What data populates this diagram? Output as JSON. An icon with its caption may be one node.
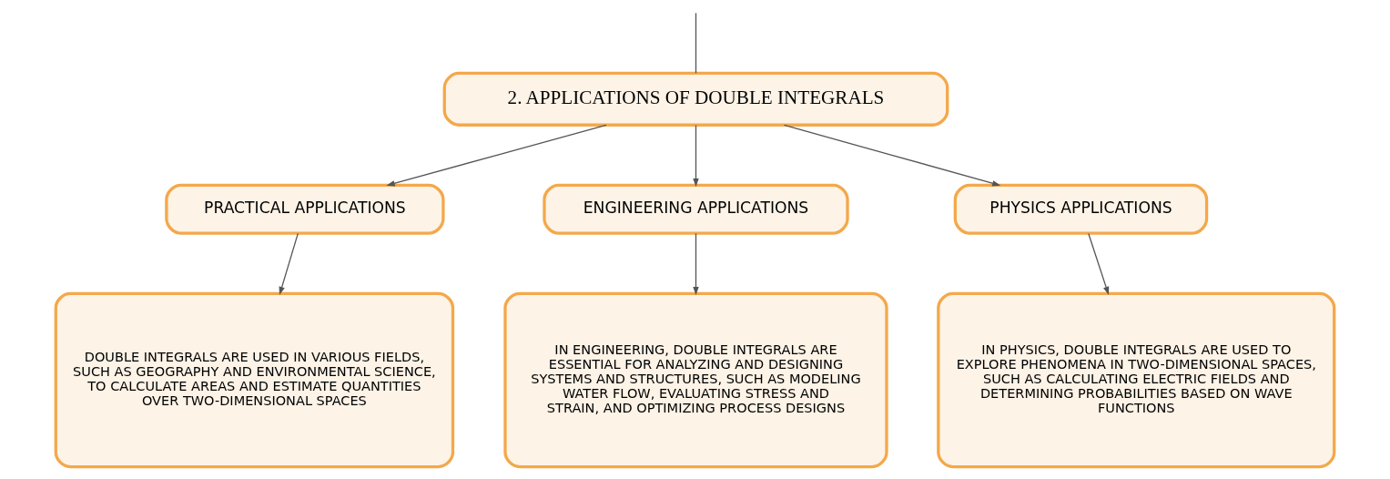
{
  "diagram": {
    "nodes": [
      {
        "text": [
          "2. APPLICATIONS OF DOUBLE INTEGRALS"
        ]
      },
      {
        "text": [
          "PRACTICAL APPLICATIONS"
        ]
      },
      {
        "text": [
          "ENGINEERING APPLICATIONS"
        ]
      },
      {
        "text": [
          "PHYSICS APPLICATIONS"
        ]
      },
      {
        "text": [
          "DOUBLE INTEGRALS ARE USED IN VARIOUS FIELDS, SUCH AS GEOGRAPHY AND ENVIRONMENTAL SCIENCE, TO CALCULATE AREAS AND ESTIMATE QUANTITIES OVER TWO-DIMENSIONAL SPACES"
        ]
      },
      {
        "text": [
          "IN ENGINEERING, DOUBLE INTEGRALS ARE ESSENTIAL FOR ANALYZING AND DESIGNING SYSTEMS AND STRUCTURES, SUCH AS MODELING WATER FLOW, EVALUATING STRESS AND STRAIN, AND OPTIMIZING PROCESS DESIGNS"
        ]
      },
      {
        "text": [
          "IN PHYSICS, DOUBLE INTEGRALS ARE USED TO EXPLORE PHENOMENA IN TWO-DIMENSIONAL SPACES, SUCH AS CALCULATING ELECTRIC FIELDS AND DETERMINING PROBABILITIES BASED ON WAVE FUNCTIONS"
        ]
      }
    ],
    "edges": [
      {
        "from": null,
        "to": 0,
        "arrow": "none"
      },
      {
        "from": 0,
        "to": 1,
        "arrow": "to"
      },
      {
        "from": 0,
        "to": 2,
        "arrow": "to"
      },
      {
        "from": 0,
        "to": 3,
        "arrow": "to"
      },
      {
        "from": 1,
        "to": 4,
        "arrow": "to"
      },
      {
        "from": 2,
        "to": 5,
        "arrow": "to"
      },
      {
        "from": 3,
        "to": 6,
        "arrow": "to"
      }
    ]
  }
}
